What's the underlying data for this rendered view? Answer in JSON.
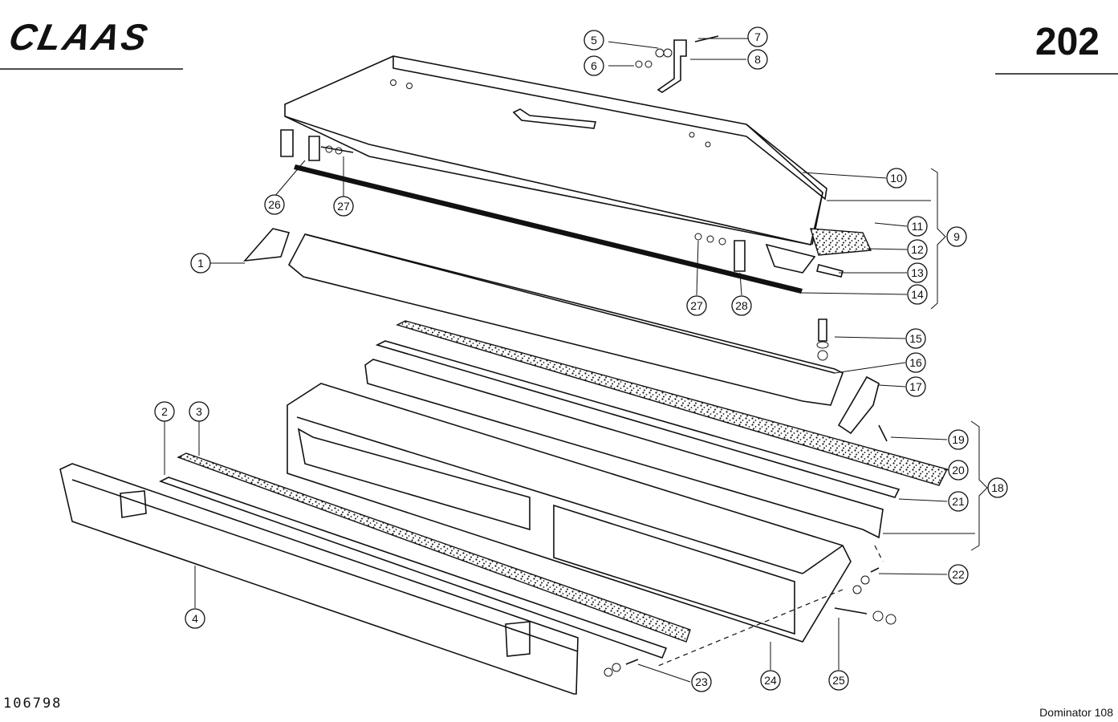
{
  "header": {
    "brand": "CLAAS",
    "page_number": "202"
  },
  "footer": {
    "figure_number": "106798",
    "model": "Dominator 108"
  },
  "callouts": [
    "1",
    "2",
    "3",
    "4",
    "5",
    "6",
    "7",
    "8",
    "9",
    "10",
    "11",
    "12",
    "13",
    "14",
    "15",
    "16",
    "17",
    "18",
    "19",
    "20",
    "21",
    "22",
    "23",
    "24",
    "25",
    "26",
    "27",
    "27",
    "28"
  ],
  "colors": {
    "ink": "#111111",
    "paper": "#ffffff"
  }
}
